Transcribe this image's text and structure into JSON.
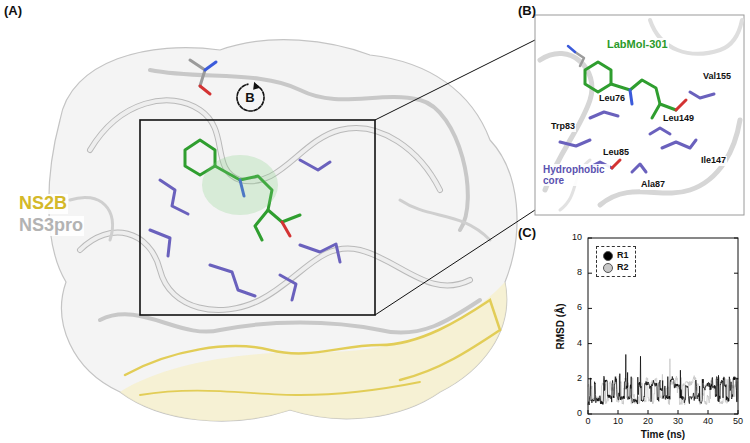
{
  "diagram": {
    "nodes": [
      {
        "text": [
          "B"
        ]
      }
    ],
    "labels": [
      "(A)",
      "NS2B",
      "NS3pro",
      "(B)",
      "LabMol-301",
      "Leu76",
      "Trp83",
      "Leu85",
      "Ala87",
      "Ile147",
      "Leu149",
      "Val155",
      "Hydrophobic core",
      "(C)",
      "10",
      "8",
      "6",
      "4",
      "2",
      "0",
      "0",
      "10",
      "20",
      "30",
      "40",
      "50",
      "RMSD (Å)",
      "Time (ns)"
    ],
    "legend": [
      {
        "text": "R1",
        "color": "#000000"
      },
      {
        "text": "R2",
        "color": "#c8c8c8"
      }
    ]
  }
}
